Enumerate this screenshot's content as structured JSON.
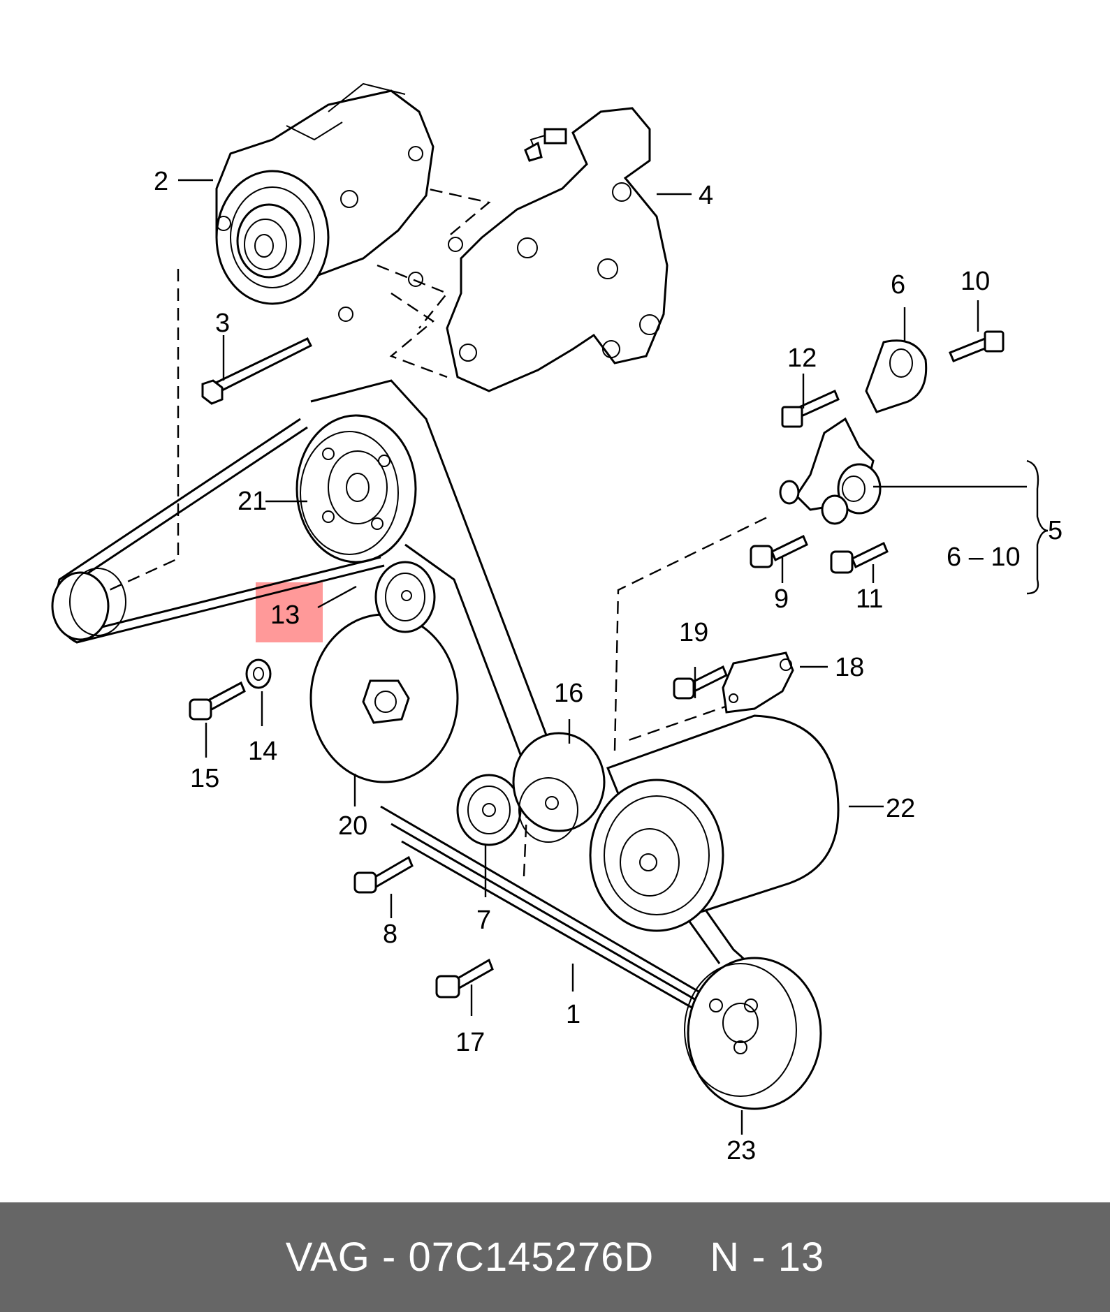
{
  "diagram": {
    "highlight_color": "#ff9999",
    "highlighted_part": "13",
    "callouts": [
      "1",
      "2",
      "3",
      "4",
      "5",
      "6",
      "6 – 10",
      "7",
      "8",
      "9",
      "10",
      "11",
      "12",
      "13",
      "14",
      "15",
      "16",
      "17",
      "18",
      "19",
      "20",
      "21",
      "22",
      "23"
    ]
  },
  "footer": {
    "background": "#666666",
    "part_label": "VAG - 07C145276D",
    "position_label": "N - 13"
  }
}
